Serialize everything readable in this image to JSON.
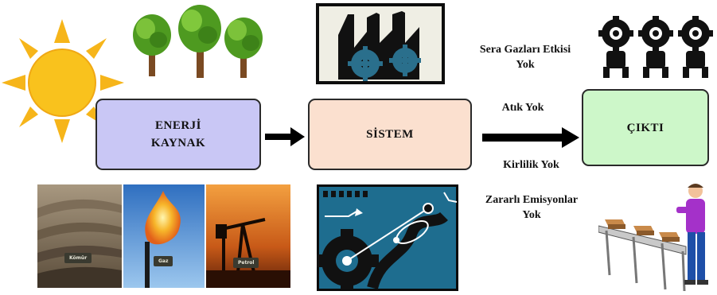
{
  "nodes": {
    "energy_source": {
      "label": "ENERJİ\nKAYNAK",
      "color": "#c9c7f5"
    },
    "system": {
      "label": "SİSTEM",
      "color": "#fbe0cf"
    },
    "output": {
      "label": "ÇIKTI",
      "color": "#cdf7c9"
    }
  },
  "notes": {
    "greenhouse": "Sera Gazları Etkisi\nYok",
    "waste": "Atık Yok",
    "pollution": "Kirlilik Yok",
    "emissions": "Zararlı Emisyonlar\nYok"
  },
  "photos": {
    "coal_label": "Kömür",
    "gas_label": "Gaz",
    "oil_label": "Petrol"
  },
  "icons": [
    "sun-icon",
    "tree-icon",
    "factory-gears-icon",
    "cog-people-icon",
    "innovation-gear-icon",
    "worker-conveyor-icon",
    "arrow-right-icon"
  ]
}
